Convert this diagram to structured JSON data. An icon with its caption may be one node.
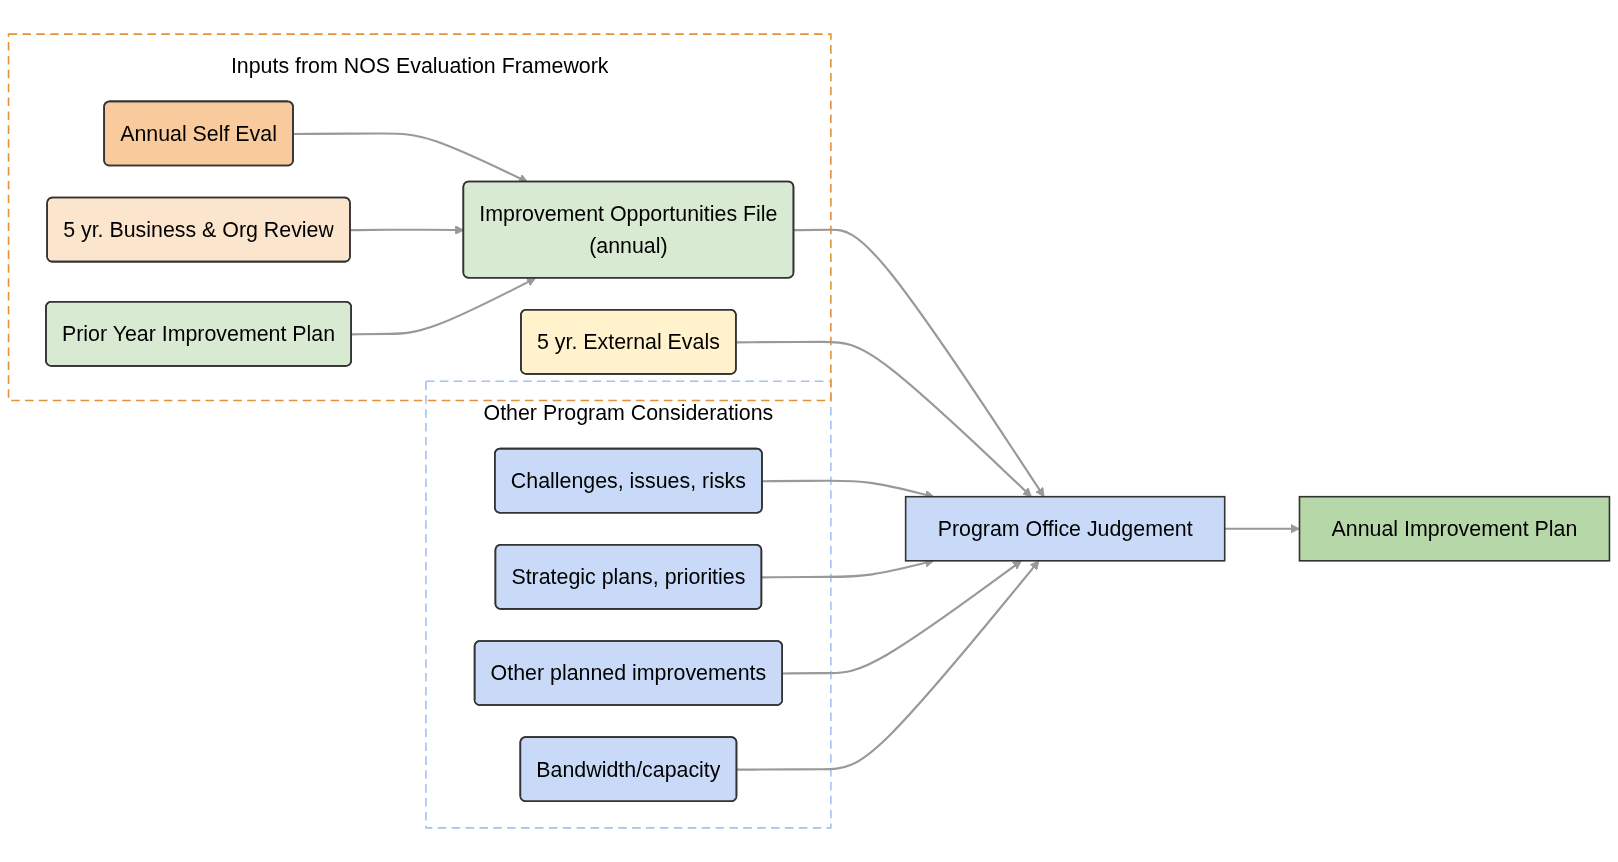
{
  "diagram": {
    "nodes": [
      {
        "text": [
          "Inputs from NOS Evaluation Framework"
        ]
      },
      {
        "text": [
          "Annual Self Eval"
        ],
        "in": 0
      },
      {
        "text": [
          "5 yr. Business & Org Review"
        ],
        "in": 0
      },
      {
        "text": [
          "Prior Year Improvement Plan"
        ],
        "in": 0
      },
      {
        "text": [
          "Improvement Opportunities File",
          "(annual)"
        ],
        "in": 0
      },
      {
        "text": [
          "5 yr. External Evals"
        ],
        "in": 0
      },
      {
        "text": [
          "Other Program Considerations"
        ]
      },
      {
        "text": [
          "Challenges, issues, risks"
        ],
        "in": 6
      },
      {
        "text": [
          "Strategic plans, priorities"
        ],
        "in": 6
      },
      {
        "text": [
          "Other planned improvements"
        ],
        "in": 6
      },
      {
        "text": [
          "Bandwidth/capacity"
        ],
        "in": 6
      },
      {
        "text": [
          "Program Office Judgement"
        ]
      },
      {
        "text": [
          "Annual Improvement Plan"
        ]
      }
    ],
    "edges": [
      {
        "from": 1,
        "to": 4,
        "arrow": "to"
      },
      {
        "from": 2,
        "to": 4,
        "arrow": "to"
      },
      {
        "from": 3,
        "to": 4,
        "arrow": "to"
      },
      {
        "from": 4,
        "to": 11,
        "arrow": "to"
      },
      {
        "from": 5,
        "to": 11,
        "arrow": "to"
      },
      {
        "from": 7,
        "to": 11,
        "arrow": "to"
      },
      {
        "from": 8,
        "to": 11,
        "arrow": "to"
      },
      {
        "from": 9,
        "to": 11,
        "arrow": "to"
      },
      {
        "from": 10,
        "to": 11,
        "arrow": "to"
      },
      {
        "from": 11,
        "to": 12,
        "arrow": "to"
      }
    ]
  }
}
